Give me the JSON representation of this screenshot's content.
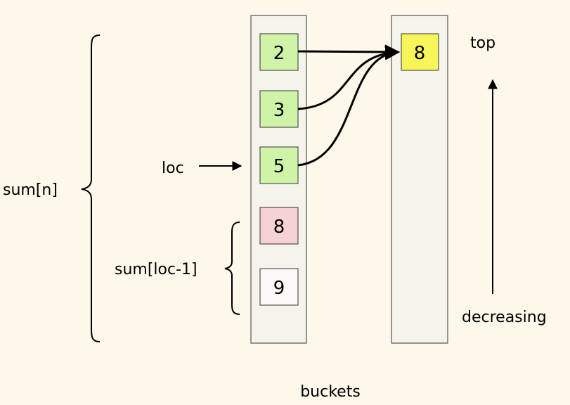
{
  "labels": {
    "top": "top",
    "decreasing": "decreasing",
    "loc": "loc",
    "sum_n": "sum[n]",
    "sum_loc_minus_1": "sum[loc-1]",
    "buckets": "buckets"
  },
  "left_column": {
    "cells": [
      {
        "value": "2",
        "state": "green"
      },
      {
        "value": "3",
        "state": "green"
      },
      {
        "value": "5",
        "state": "green"
      },
      {
        "value": "8",
        "state": "pink"
      },
      {
        "value": "9",
        "state": "white"
      }
    ]
  },
  "right_column": {
    "cells": [
      {
        "value": "8",
        "state": "yellow"
      }
    ]
  },
  "colors": {
    "background": "#fdf8e9",
    "column": "#f6f3ec",
    "green": "#cff4a8",
    "pink": "#f7d2d2",
    "yellow": "#f8f55a",
    "white": "#faf9f6"
  }
}
